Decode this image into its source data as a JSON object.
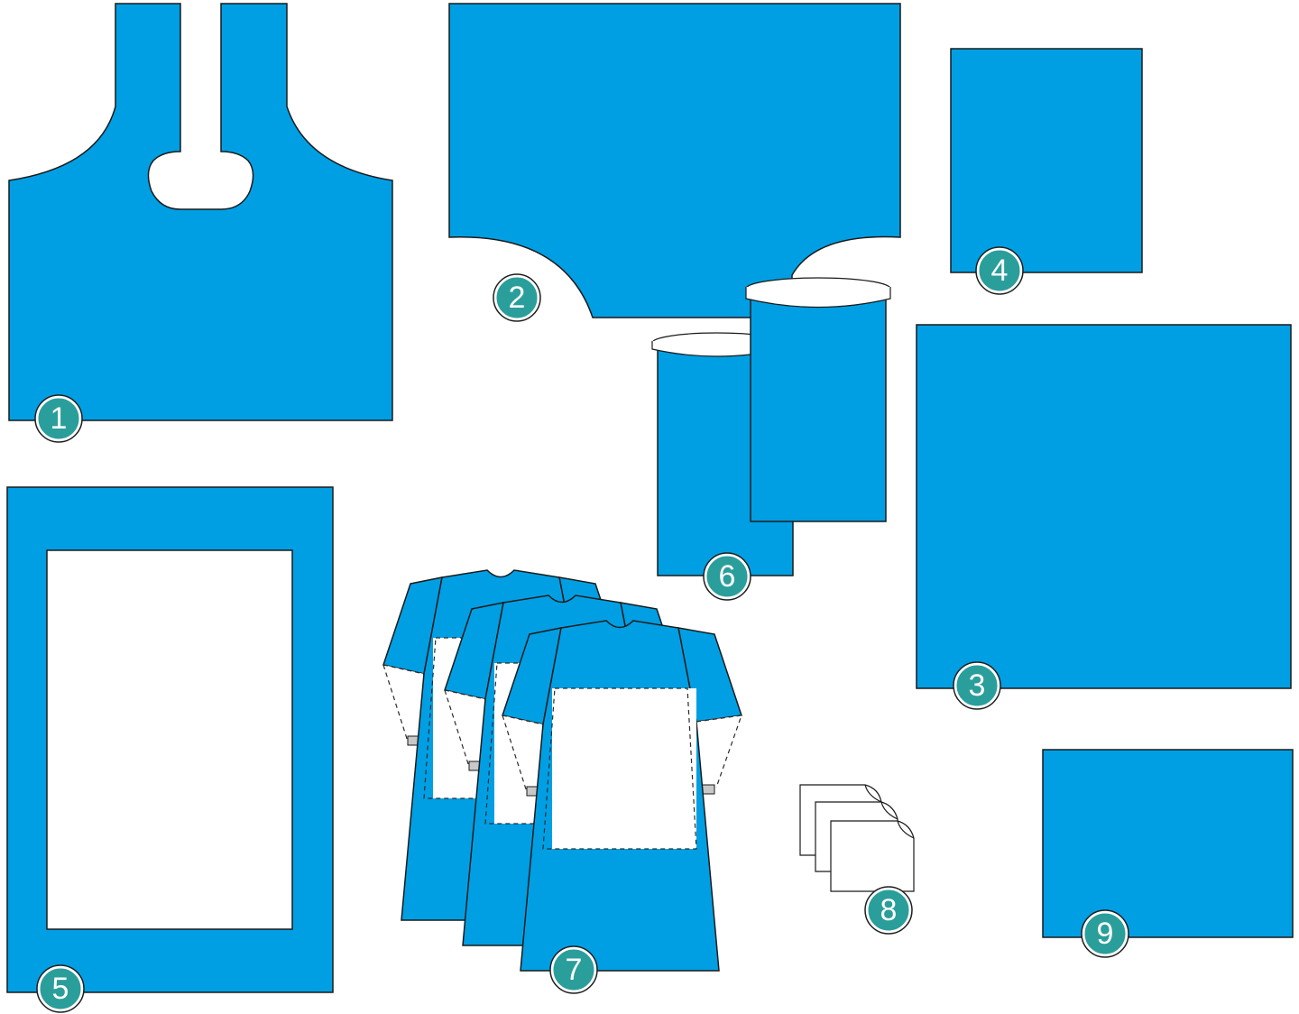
{
  "colors": {
    "drape": "#009fe3",
    "badge": "#2a9e9b",
    "outline": "#1a1a1a",
    "reinforcement": "#ffffff",
    "cuff": "#c8c8c8"
  },
  "items": [
    {
      "number": "1"
    },
    {
      "number": "2"
    },
    {
      "number": "3"
    },
    {
      "number": "4"
    },
    {
      "number": "5"
    },
    {
      "number": "6"
    },
    {
      "number": "7"
    },
    {
      "number": "8"
    },
    {
      "number": "9"
    }
  ]
}
